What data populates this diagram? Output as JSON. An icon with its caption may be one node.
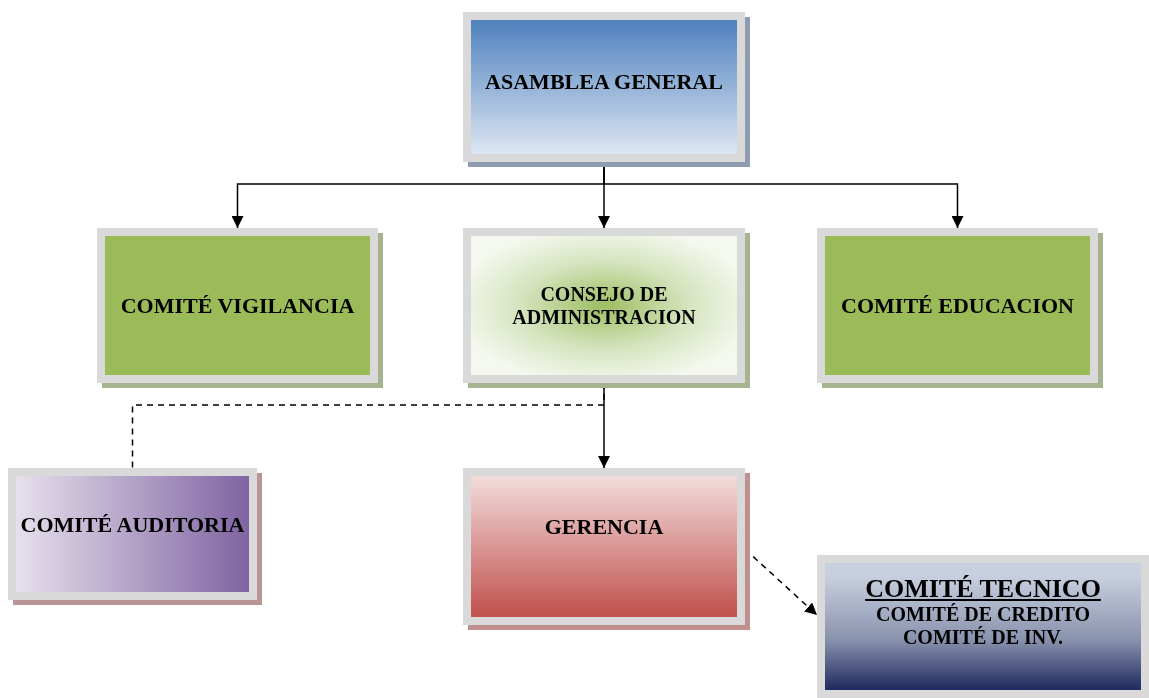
{
  "diagram": {
    "nodes": [
      {
        "text": [
          "ASAMBLEA GENERAL"
        ]
      },
      {
        "text": [
          "COMITÉ VIGILANCIA"
        ]
      },
      {
        "text": [
          "CONSEJO DE ADMINISTRACION"
        ]
      },
      {
        "text": [
          "COMITÉ EDUCACION"
        ]
      },
      {
        "text": [
          "COMITÉ AUDITORIA"
        ]
      },
      {
        "text": [
          "GERENCIA"
        ]
      },
      {
        "text": [
          "COMITÉ TECNICO",
          "COMITÉ DE CREDITO",
          "COMITÉ DE INV."
        ]
      }
    ],
    "edges": [
      {
        "from": 0,
        "to": 1,
        "arrow": "to"
      },
      {
        "from": 0,
        "to": 2,
        "arrow": "to"
      },
      {
        "from": 0,
        "to": 3,
        "arrow": "to"
      },
      {
        "from": 2,
        "to": 5,
        "arrow": "to"
      },
      {
        "from": 2,
        "to": 4,
        "arrow": "none",
        "style": "dashed"
      },
      {
        "from": 5,
        "to": 6,
        "arrow": "to",
        "style": "dashed"
      }
    ]
  }
}
